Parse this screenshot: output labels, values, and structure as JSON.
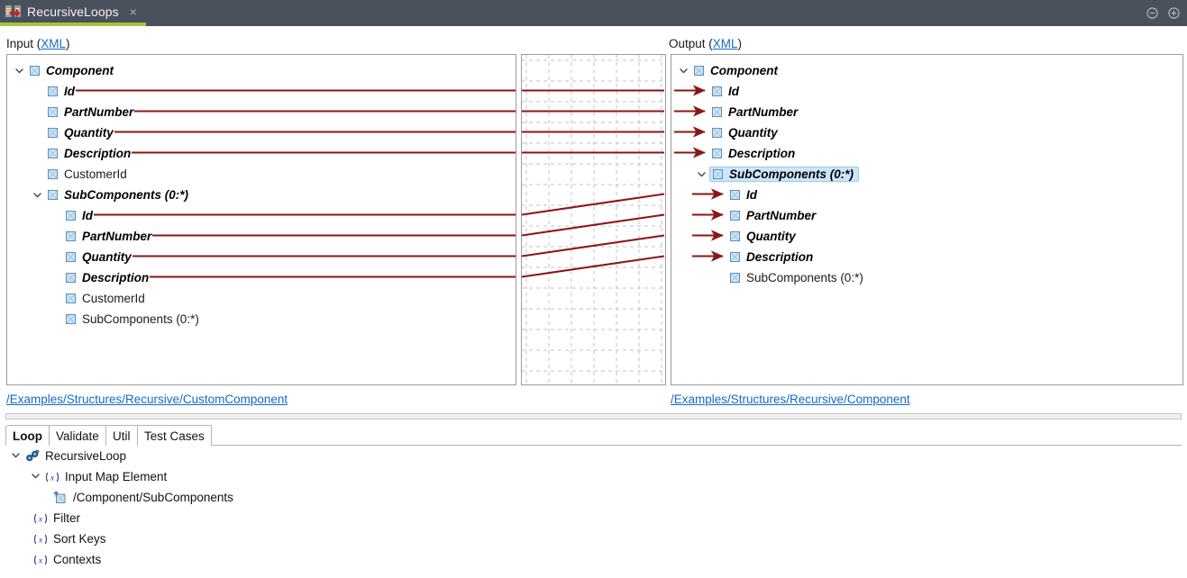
{
  "window": {
    "tab_title": "RecursiveLoops",
    "tab_icon": "mapping-transform-icon",
    "close_label": "×",
    "zoom_out_icon": "minus-circle-icon",
    "zoom_in_icon": "plus-circle-icon",
    "titlebar_color": "#4a505c",
    "accent_color": "#a3c639"
  },
  "input_panel": {
    "header_prefix": "Input (",
    "header_link": "XML",
    "header_suffix": ")",
    "footer_path": "/Examples/Structures/Recursive/CustomComponent",
    "nodes": [
      {
        "label": "Component",
        "indent": 0,
        "twisty": "expanded",
        "style": "mapped",
        "icon": "element-icon"
      },
      {
        "label": "Id",
        "indent": 1,
        "twisty": "none",
        "style": "mapped",
        "icon": "element-icon"
      },
      {
        "label": "PartNumber",
        "indent": 1,
        "twisty": "none",
        "style": "mapped",
        "icon": "element-icon"
      },
      {
        "label": "Quantity",
        "indent": 1,
        "twisty": "none",
        "style": "mapped",
        "icon": "element-icon"
      },
      {
        "label": "Description",
        "indent": 1,
        "twisty": "none",
        "style": "mapped",
        "icon": "element-icon"
      },
      {
        "label": "CustomerId",
        "indent": 1,
        "twisty": "none",
        "style": "plain",
        "icon": "element-icon"
      },
      {
        "label": "SubComponents (0:*)",
        "indent": 1,
        "twisty": "expanded",
        "style": "mapped",
        "icon": "element-icon"
      },
      {
        "label": "Id",
        "indent": 2,
        "twisty": "none",
        "style": "mapped",
        "icon": "element-icon"
      },
      {
        "label": "PartNumber",
        "indent": 2,
        "twisty": "none",
        "style": "mapped",
        "icon": "element-icon"
      },
      {
        "label": "Quantity",
        "indent": 2,
        "twisty": "none",
        "style": "mapped",
        "icon": "element-icon"
      },
      {
        "label": "Description",
        "indent": 2,
        "twisty": "none",
        "style": "mapped",
        "icon": "element-icon"
      },
      {
        "label": "CustomerId",
        "indent": 2,
        "twisty": "none",
        "style": "plain",
        "icon": "element-icon"
      },
      {
        "label": "SubComponents (0:*)",
        "indent": 2,
        "twisty": "none",
        "style": "plain",
        "icon": "element-icon"
      }
    ]
  },
  "output_panel": {
    "header_prefix": "Output (",
    "header_link": "XML",
    "header_suffix": ")",
    "footer_path": "/Examples/Structures/Recursive/Component",
    "nodes": [
      {
        "label": "Component",
        "indent": 0,
        "twisty": "expanded",
        "style": "mapped",
        "icon": "element-icon",
        "arrow": false,
        "selected": false
      },
      {
        "label": "Id",
        "indent": 1,
        "twisty": "none",
        "style": "mapped",
        "icon": "element-icon",
        "arrow": true,
        "selected": false
      },
      {
        "label": "PartNumber",
        "indent": 1,
        "twisty": "none",
        "style": "mapped",
        "icon": "element-icon",
        "arrow": true,
        "selected": false
      },
      {
        "label": "Quantity",
        "indent": 1,
        "twisty": "none",
        "style": "mapped",
        "icon": "element-icon",
        "arrow": true,
        "selected": false
      },
      {
        "label": "Description",
        "indent": 1,
        "twisty": "none",
        "style": "mapped",
        "icon": "element-icon",
        "arrow": true,
        "selected": false
      },
      {
        "label": "SubComponents (0:*)",
        "indent": 1,
        "twisty": "expanded",
        "style": "mapped",
        "icon": "element-icon",
        "arrow": false,
        "selected": true
      },
      {
        "label": "Id",
        "indent": 2,
        "twisty": "none",
        "style": "mapped",
        "icon": "element-icon",
        "arrow": true,
        "selected": false
      },
      {
        "label": "PartNumber",
        "indent": 2,
        "twisty": "none",
        "style": "mapped",
        "icon": "element-icon",
        "arrow": true,
        "selected": false
      },
      {
        "label": "Quantity",
        "indent": 2,
        "twisty": "none",
        "style": "mapped",
        "icon": "element-icon",
        "arrow": true,
        "selected": false
      },
      {
        "label": "Description",
        "indent": 2,
        "twisty": "none",
        "style": "mapped",
        "icon": "element-icon",
        "arrow": true,
        "selected": false
      },
      {
        "label": "SubComponents (0:*)",
        "indent": 2,
        "twisty": "none",
        "style": "plain",
        "icon": "element-icon",
        "arrow": false,
        "selected": false
      }
    ]
  },
  "map_grid": {
    "line_color": "#8b1616",
    "grid_color": "#c3c3c3",
    "links": [
      {
        "from_row": 1,
        "to_row": 1
      },
      {
        "from_row": 2,
        "to_row": 2
      },
      {
        "from_row": 3,
        "to_row": 3
      },
      {
        "from_row": 4,
        "to_row": 4
      },
      {
        "from_row": 7,
        "to_row": 6
      },
      {
        "from_row": 8,
        "to_row": 7
      },
      {
        "from_row": 9,
        "to_row": 8
      },
      {
        "from_row": 10,
        "to_row": 9
      }
    ]
  },
  "bottom": {
    "tabs": [
      {
        "label": "Loop",
        "active": true
      },
      {
        "label": "Validate",
        "active": false
      },
      {
        "label": "Util",
        "active": false
      },
      {
        "label": "Test Cases",
        "active": false
      }
    ],
    "tree": [
      {
        "label": "RecursiveLoop",
        "indent": 0,
        "twisty": "expanded",
        "icon": "loop-chain-icon"
      },
      {
        "label": "Input Map Element",
        "indent": 1,
        "twisty": "expanded",
        "icon": "expression-fx-icon"
      },
      {
        "label": "/Component/SubComponents",
        "indent": 2,
        "twisty": "none",
        "icon": "map-path-icon"
      },
      {
        "label": "Filter",
        "indent": 1,
        "twisty": "none",
        "icon": "expression-fx-icon"
      },
      {
        "label": "Sort Keys",
        "indent": 1,
        "twisty": "none",
        "icon": "expression-fx-icon"
      },
      {
        "label": "Contexts",
        "indent": 1,
        "twisty": "none",
        "icon": "expression-fx-icon"
      }
    ]
  }
}
